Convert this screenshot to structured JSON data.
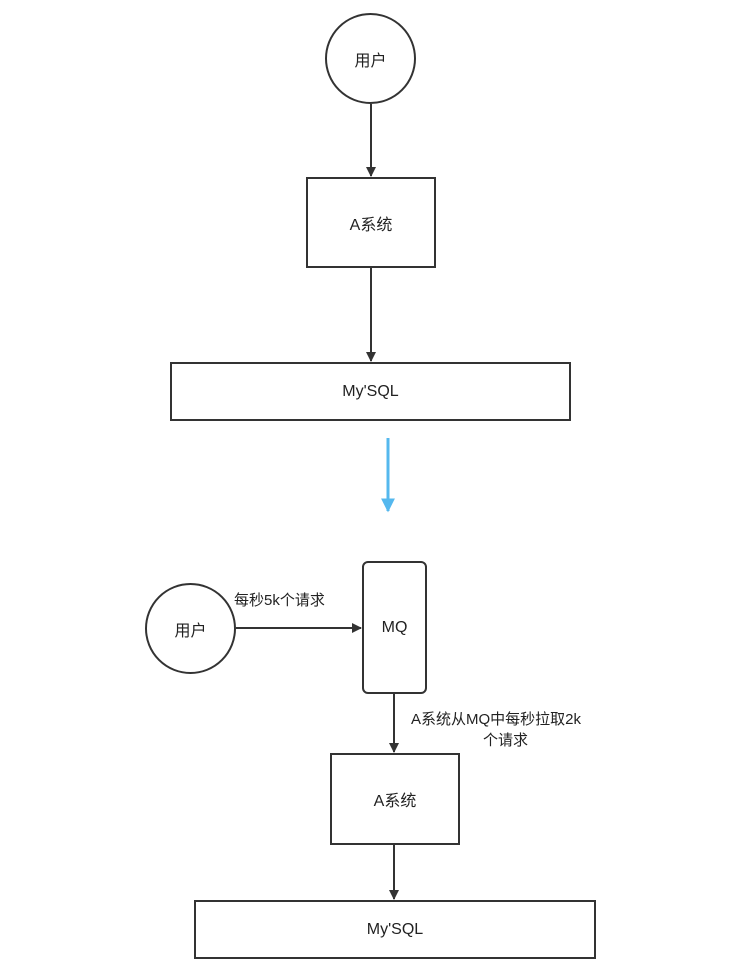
{
  "colors": {
    "stroke": "#333333",
    "transition_arrow": "#55b8ee",
    "background": "#ffffff"
  },
  "top": {
    "user": "用户",
    "system_a": "A系统",
    "database": "My'SQL"
  },
  "bottom": {
    "user": "用户",
    "user_to_mq_label": "每秒5k个请求",
    "mq": "MQ",
    "mq_to_system_label_line1": "A系统从MQ中每秒拉取2k",
    "mq_to_system_label_line2": "个请求",
    "system_a": "A系统",
    "database": "My'SQL"
  }
}
